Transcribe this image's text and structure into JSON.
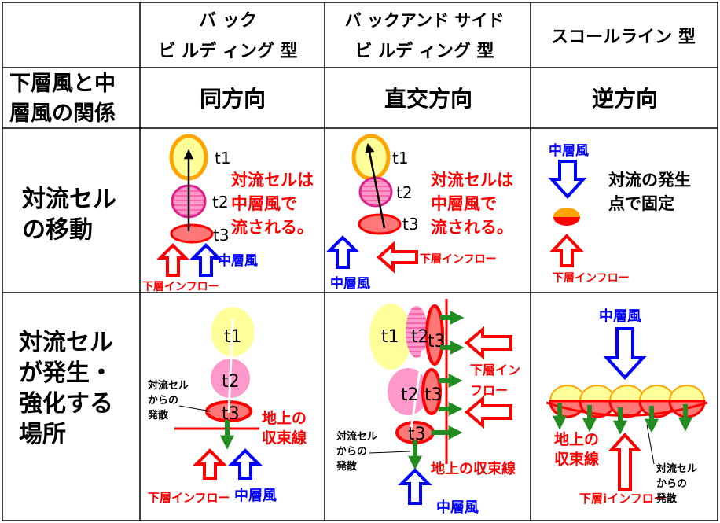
{
  "header": {
    "col1": [
      "バ ック",
      "ビ ルデ ィング 型"
    ],
    "col2": [
      "バ ックアンド サイド",
      "ビ ルデ ィング 型"
    ],
    "col3": "スコールライン 型"
  },
  "rows": {
    "relation": {
      "label": [
        "下層風と中",
        "層風の関係"
      ],
      "values": [
        "同方向",
        "直交方向",
        "逆方向"
      ]
    },
    "movement": {
      "label": [
        "対流セル",
        "の移動"
      ]
    },
    "location": {
      "label": [
        "対流セル",
        "が発生・",
        "強化する",
        "場所"
      ]
    }
  },
  "text": {
    "t1": "t1",
    "t2": "t2",
    "t3": "t3",
    "carried": [
      "対流セルは",
      "中層風で",
      "流される。"
    ],
    "mid_wind": "中層風",
    "low_inflow": "下層インフロー",
    "low_inflow_wrap": [
      "下層イン",
      "フロー"
    ],
    "low_inflow_i": "下層iインフロー",
    "fixed": [
      "対流の発生",
      "点で固定"
    ],
    "convergence": [
      "地上の",
      "収束線"
    ],
    "convergence_one": "地上の収束線",
    "divergence": [
      "対流セル",
      "からの",
      "発散"
    ]
  },
  "colors": {
    "red": "#ff0000",
    "blue": "#0000ff",
    "green": "#228b22",
    "yellow_cell": "#ffff99",
    "pink_cell": "#ff99cc",
    "orange": "#ffa500"
  }
}
